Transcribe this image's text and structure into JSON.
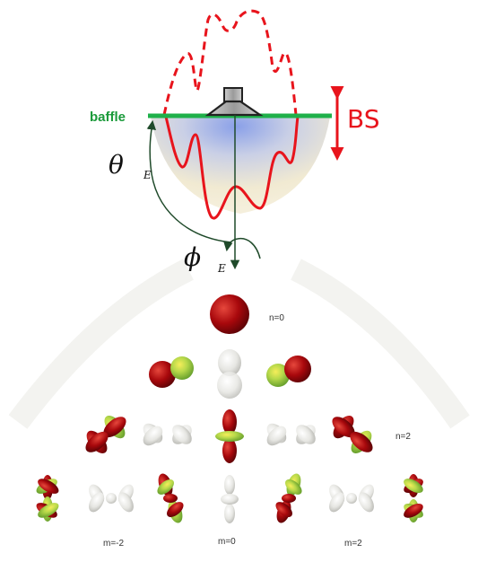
{
  "diagram": {
    "baffle_label": "baffle",
    "bs_label": "BS",
    "theta_symbol": "θ",
    "theta_subscript": "E",
    "phi_symbol": "ϕ",
    "phi_subscript": "E"
  },
  "harmonics": {
    "n0_label": "n=0",
    "n2_label": "n=2",
    "m_minus2_label": "m=-2",
    "m0_label": "m=0",
    "m2_label": "m=2"
  },
  "colors": {
    "baffle": "#1a9a3a",
    "bs": "#e8141c",
    "lobe_red": "#a8080c",
    "lobe_green": "#8bc53a",
    "lobe_yellow": "#f2e33a",
    "lobe_white": "#ececea",
    "arrow": "#1f4a2a"
  }
}
